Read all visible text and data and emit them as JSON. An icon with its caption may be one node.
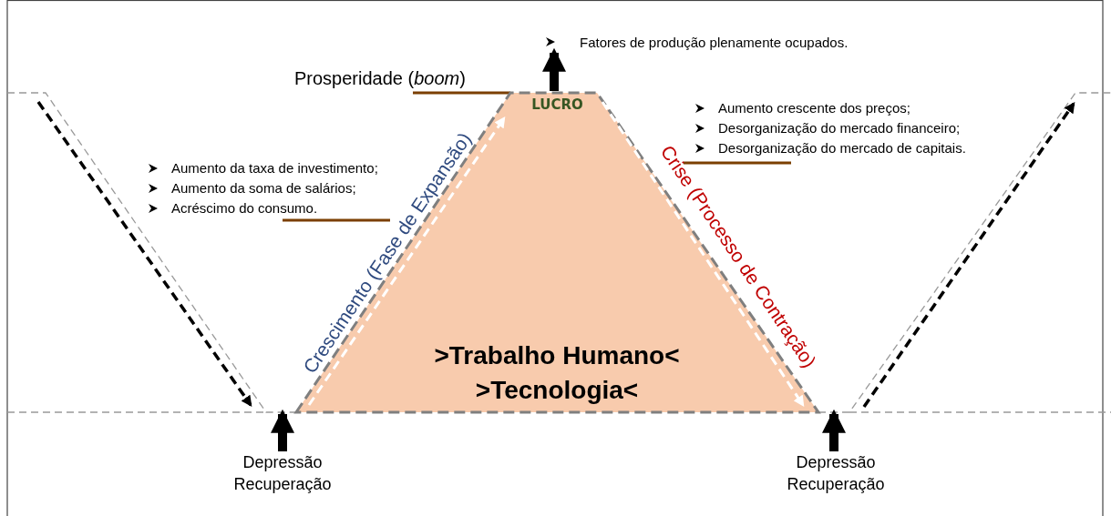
{
  "diagram": {
    "nodes": [
      {
        "text": [
          "LUCRO",
          ">Trabalho Humano< >Tecnologia<"
        ]
      },
      {
        "text": [
          "Depressão Recuperação"
        ]
      },
      {
        "text": [
          "Depressão Recuperação"
        ]
      },
      {
        "text": [
          "Fatores de produção plenamente ocupados."
        ]
      }
    ],
    "edges": [
      {
        "from": 1,
        "to": 0,
        "arrow": "to"
      },
      {
        "from": 2,
        "to": 0,
        "arrow": "to"
      },
      {
        "from": 0,
        "to": 3,
        "arrow": "to"
      }
    ],
    "labels": [
      "Prosperidade (*boom*)",
      "Aumento crescente dos preços;",
      "Desorganização do mercado financeiro;",
      "Desorganização do mercado de capitais.",
      "Aumento da taxa de investimento;",
      "Aumento da soma de salários;",
      "Acréscimo do consumo.",
      "Crescimento (Fase de Expansão)",
      "Crise (Processo de Contração)"
    ]
  }
}
